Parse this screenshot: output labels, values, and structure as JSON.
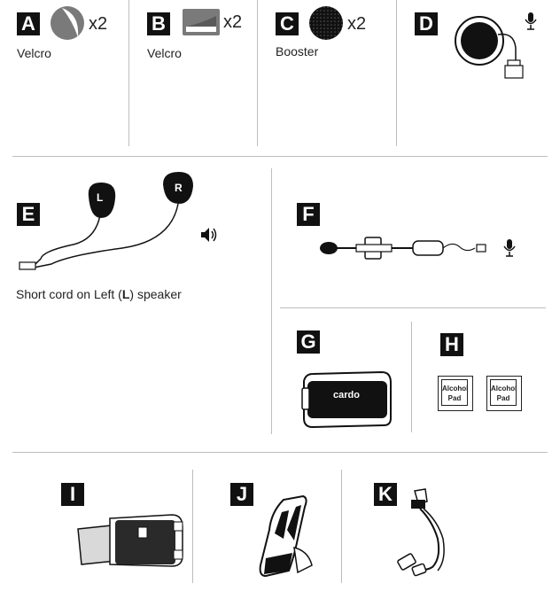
{
  "row1": {
    "A": {
      "letter": "A",
      "qty": "x2",
      "caption": "Velcro"
    },
    "B": {
      "letter": "B",
      "qty": "x2",
      "caption": "Velcro"
    },
    "C": {
      "letter": "C",
      "qty": "x2",
      "caption": "Booster"
    },
    "D": {
      "letter": "D"
    }
  },
  "E": {
    "letter": "E",
    "left_label": "L",
    "right_label": "R",
    "caption_prefix": "Short cord on Left (",
    "caption_bold": "L",
    "caption_suffix": ") speaker"
  },
  "F": {
    "letter": "F"
  },
  "G": {
    "letter": "G",
    "brand": "cardo"
  },
  "H": {
    "letter": "H",
    "pad_line1": "Alcohol",
    "pad_line2": "Pad"
  },
  "I": {
    "letter": "I"
  },
  "J": {
    "letter": "J"
  },
  "K": {
    "letter": "K"
  },
  "icons": {
    "microphone": "microphone-icon",
    "speaker": "speaker-icon"
  }
}
